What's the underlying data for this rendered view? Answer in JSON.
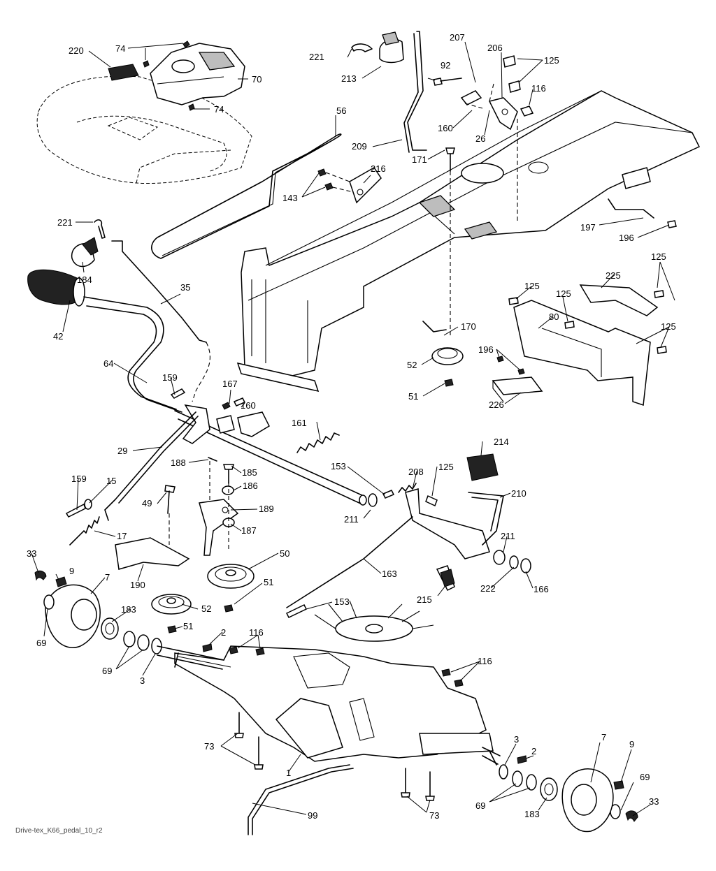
{
  "footer_code": "Drive-tex_K66_pedal_10_r2",
  "callouts": [
    {
      "id": "c220",
      "text": "220"
    },
    {
      "id": "c74a",
      "text": "74"
    },
    {
      "id": "c70",
      "text": "70"
    },
    {
      "id": "c74b",
      "text": "74"
    },
    {
      "id": "c56",
      "text": "56"
    },
    {
      "id": "c221a",
      "text": "221"
    },
    {
      "id": "c213",
      "text": "213"
    },
    {
      "id": "c209",
      "text": "209"
    },
    {
      "id": "c207",
      "text": "207"
    },
    {
      "id": "c92",
      "text": "92"
    },
    {
      "id": "c206",
      "text": "206"
    },
    {
      "id": "c125a",
      "text": "125"
    },
    {
      "id": "c116a",
      "text": "116"
    },
    {
      "id": "c160a",
      "text": "160"
    },
    {
      "id": "c26",
      "text": "26"
    },
    {
      "id": "c171",
      "text": "171"
    },
    {
      "id": "c216",
      "text": "216"
    },
    {
      "id": "c143",
      "text": "143"
    },
    {
      "id": "c197",
      "text": "197"
    },
    {
      "id": "c196a",
      "text": "196"
    },
    {
      "id": "c221b",
      "text": "221"
    },
    {
      "id": "c184",
      "text": "184"
    },
    {
      "id": "c35",
      "text": "35"
    },
    {
      "id": "c42",
      "text": "42"
    },
    {
      "id": "c125b",
      "text": "125"
    },
    {
      "id": "c225",
      "text": "225"
    },
    {
      "id": "c125c",
      "text": "125"
    },
    {
      "id": "c125d",
      "text": "125"
    },
    {
      "id": "c125e",
      "text": "125"
    },
    {
      "id": "c80",
      "text": "80"
    },
    {
      "id": "c170",
      "text": "170"
    },
    {
      "id": "c52a",
      "text": "52"
    },
    {
      "id": "c51a",
      "text": "51"
    },
    {
      "id": "c196b",
      "text": "196"
    },
    {
      "id": "c226",
      "text": "226"
    },
    {
      "id": "c64",
      "text": "64"
    },
    {
      "id": "c159a",
      "text": "159"
    },
    {
      "id": "c167",
      "text": "167"
    },
    {
      "id": "c160b",
      "text": "160"
    },
    {
      "id": "c161",
      "text": "161"
    },
    {
      "id": "c29",
      "text": "29"
    },
    {
      "id": "c188",
      "text": "188"
    },
    {
      "id": "c185",
      "text": "185"
    },
    {
      "id": "c214",
      "text": "214"
    },
    {
      "id": "c153a",
      "text": "153"
    },
    {
      "id": "c208",
      "text": "208"
    },
    {
      "id": "c125f",
      "text": "125"
    },
    {
      "id": "c159b",
      "text": "159"
    },
    {
      "id": "c15",
      "text": "15"
    },
    {
      "id": "c186",
      "text": "186"
    },
    {
      "id": "c49",
      "text": "49"
    },
    {
      "id": "c189",
      "text": "189"
    },
    {
      "id": "c211a",
      "text": "211"
    },
    {
      "id": "c210",
      "text": "210"
    },
    {
      "id": "c187",
      "text": "187"
    },
    {
      "id": "c17",
      "text": "17"
    },
    {
      "id": "c211b",
      "text": "211"
    },
    {
      "id": "c50",
      "text": "50"
    },
    {
      "id": "c33a",
      "text": "33"
    },
    {
      "id": "c9a",
      "text": "9"
    },
    {
      "id": "c7a",
      "text": "7"
    },
    {
      "id": "c190",
      "text": "190"
    },
    {
      "id": "c163",
      "text": "163"
    },
    {
      "id": "c51b",
      "text": "51"
    },
    {
      "id": "c222",
      "text": "222"
    },
    {
      "id": "c166",
      "text": "166"
    },
    {
      "id": "c215",
      "text": "215"
    },
    {
      "id": "c52b",
      "text": "52"
    },
    {
      "id": "c153b",
      "text": "153"
    },
    {
      "id": "c69a",
      "text": "69"
    },
    {
      "id": "c183a",
      "text": "183"
    },
    {
      "id": "c51c",
      "text": "51"
    },
    {
      "id": "c2a",
      "text": "2"
    },
    {
      "id": "c116b",
      "text": "116"
    },
    {
      "id": "c116c",
      "text": "116"
    },
    {
      "id": "c69b",
      "text": "69"
    },
    {
      "id": "c3a",
      "text": "3"
    },
    {
      "id": "c73a",
      "text": "73"
    },
    {
      "id": "c1",
      "text": "1"
    },
    {
      "id": "c3b",
      "text": "3"
    },
    {
      "id": "c2b",
      "text": "2"
    },
    {
      "id": "c7b",
      "text": "7"
    },
    {
      "id": "c9b",
      "text": "9"
    },
    {
      "id": "c69c",
      "text": "69"
    },
    {
      "id": "c69d",
      "text": "69"
    },
    {
      "id": "c183b",
      "text": "183"
    },
    {
      "id": "c73b",
      "text": "73"
    },
    {
      "id": "c33b",
      "text": "33"
    },
    {
      "id": "c99",
      "text": "99"
    }
  ]
}
